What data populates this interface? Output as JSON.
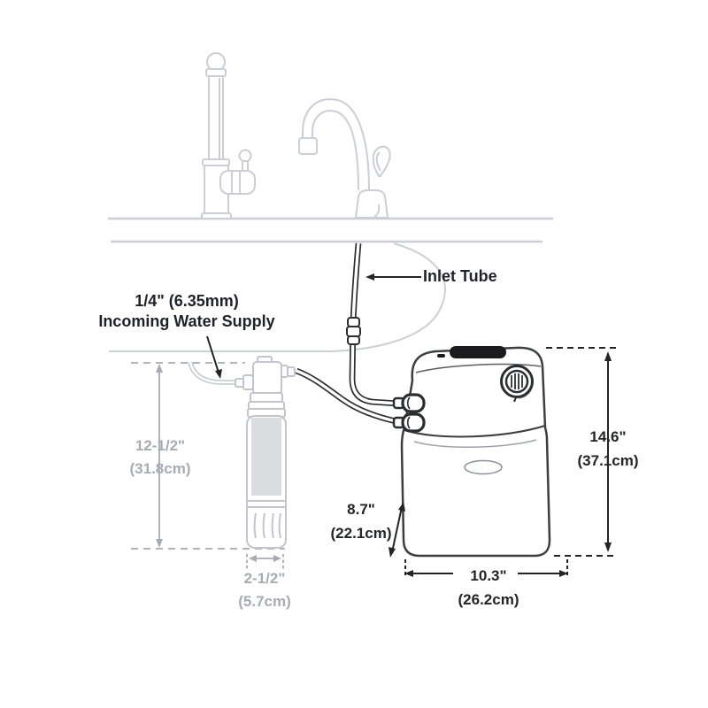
{
  "diagram": {
    "title_hint": "Under-sink instant hot water tank and filter installation diagram",
    "labels": {
      "inlet_tube": "Inlet Tube",
      "water_supply_line1": "1/4\" (6.35mm)",
      "water_supply_line2": "Incoming Water Supply"
    },
    "dimensions": {
      "filter_height_in": "12-1/2\"",
      "filter_height_cm": "(31.8cm)",
      "filter_width_in": "2-1/2\"",
      "filter_width_cm": "(5.7cm)",
      "tank_depth_in": "8.7\"",
      "tank_depth_cm": "(22.1cm)",
      "tank_height_in": "14.6\"",
      "tank_height_cm": "(37.1cm)",
      "tank_width_in": "10.3\"",
      "tank_width_cm": "(26.2cm)"
    },
    "colors": {
      "background": "#ffffff",
      "light_lineart": "#cbced4",
      "filter_lineart": "#c2c6cc",
      "filter_label_fill": "#dadcdf",
      "gray_dimension": "#a7abb2",
      "dark_lineart": "#3d3e40",
      "tube_dark": "#2c2d2f",
      "dimension_dark": "#232426",
      "annotation_text": "#1e2127"
    }
  }
}
